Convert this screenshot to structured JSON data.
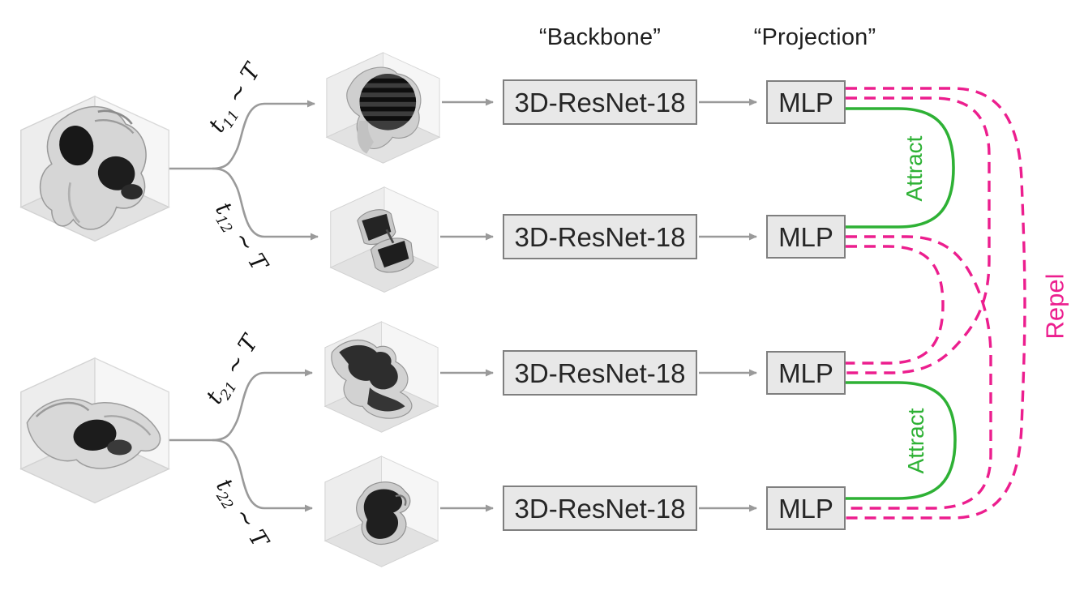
{
  "figure": {
    "headers": {
      "backbone": "“Backbone”",
      "projection": "“Projection”"
    },
    "rows": [
      {
        "backbone": "3D-ResNet-18",
        "projection": "MLP"
      },
      {
        "backbone": "3D-ResNet-18",
        "projection": "MLP"
      },
      {
        "backbone": "3D-ResNet-18",
        "projection": "MLP"
      },
      {
        "backbone": "3D-ResNet-18",
        "projection": "MLP"
      }
    ],
    "transforms": [
      {
        "var": "t",
        "sub": "11",
        "rel": "∼",
        "family": "T"
      },
      {
        "var": "t",
        "sub": "12",
        "rel": "∼",
        "family": "T"
      },
      {
        "var": "t",
        "sub": "21",
        "rel": "∼",
        "family": "T"
      },
      {
        "var": "t",
        "sub": "22",
        "rel": "∼",
        "family": "T"
      }
    ],
    "relations": {
      "attract": "Attract",
      "repel": "Repel"
    },
    "colors": {
      "attract": "#2eb135",
      "repel": "#ec1e8e",
      "box_fill": "#e8e8e8",
      "box_border": "#7f7f7f",
      "arrow": "#9a9a9a"
    }
  }
}
